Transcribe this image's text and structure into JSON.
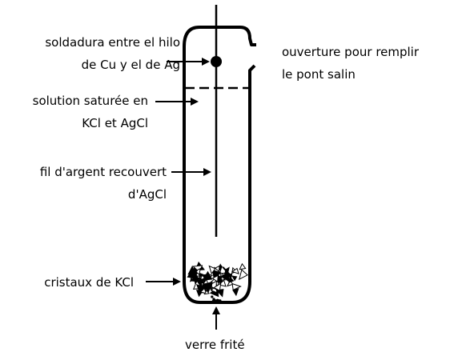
{
  "labels": {
    "solder": [
      "soldadura entre el hilo",
      "de Cu y el de Ag"
    ],
    "opening": [
      "ouverture pour remplir",
      "le pont salin"
    ],
    "solution": [
      "solution saturée en",
      "KCl et AgCl"
    ],
    "wire": [
      "fil d'argent recouvert",
      "d'AgCl"
    ],
    "crystals": [
      "cristaux de KCl"
    ],
    "frit": [
      "verre frité"
    ]
  },
  "colors": {
    "ink": "#000000",
    "background": "#ffffff"
  }
}
